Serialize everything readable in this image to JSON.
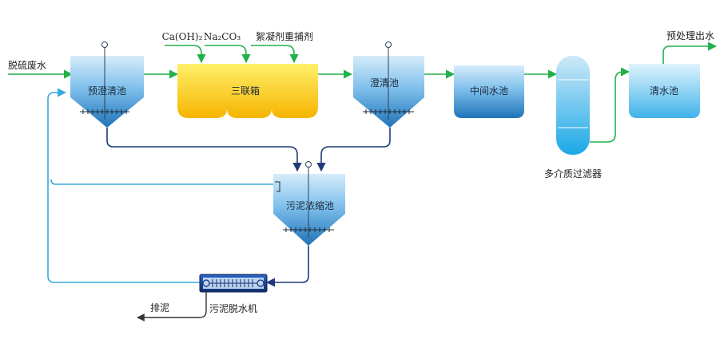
{
  "labels": {
    "feed": "脱硫废水",
    "chem1": "Ca(OH)₂",
    "chem2": "Na₂CO₃",
    "chem3": "絮凝剂重捕剂",
    "tank1": "预澄清池",
    "tank2": "三联箱",
    "tank3": "澄清池",
    "tank4": "中间水池",
    "filter": "多介质过滤器",
    "tank5": "清水池",
    "outlet": "预处理出水",
    "thickener": "污泥浓缩池",
    "press": "污泥脱水机",
    "discharge": "排泥"
  },
  "colors": {
    "water_flow": "#22b04a",
    "sludge_flow": "#1f3a78",
    "return_flow": "#39a9dc",
    "tank_top": "#d6ecfa",
    "tank_bottom": "#1f73b8",
    "mixer_top": "#ffe33a",
    "mixer_bottom": "#f6b400"
  }
}
